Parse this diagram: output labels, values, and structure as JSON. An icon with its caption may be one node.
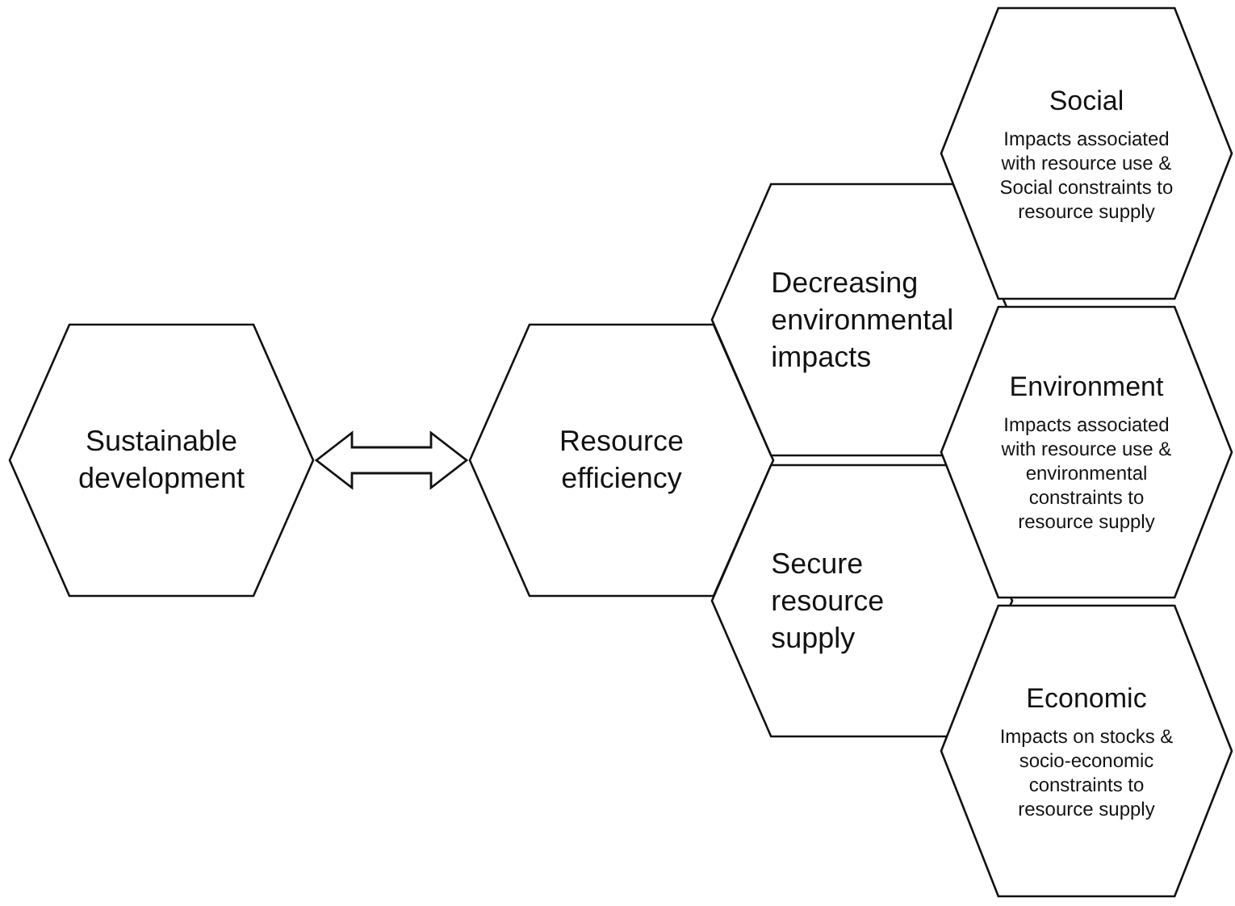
{
  "diagram": {
    "nodes": [
      {
        "text": [
          "Sustainable development"
        ]
      },
      {
        "text": [
          "Resource efficiency"
        ]
      },
      {
        "text": [
          "Decreasing environmental impacts"
        ]
      },
      {
        "text": [
          "Secure resource supply"
        ]
      },
      {
        "text": [
          "Social",
          "Impacts associated with resource use & Social constraints to resource supply"
        ]
      },
      {
        "text": [
          "Environment",
          "Impacts associated with resource use & environmental constraints to resource supply"
        ]
      },
      {
        "text": [
          "Economic",
          "Impacts on stocks & socio-economic constraints to resource supply"
        ]
      }
    ],
    "edges": [
      {
        "from": 0,
        "to": 1,
        "arrow": "both"
      }
    ]
  }
}
